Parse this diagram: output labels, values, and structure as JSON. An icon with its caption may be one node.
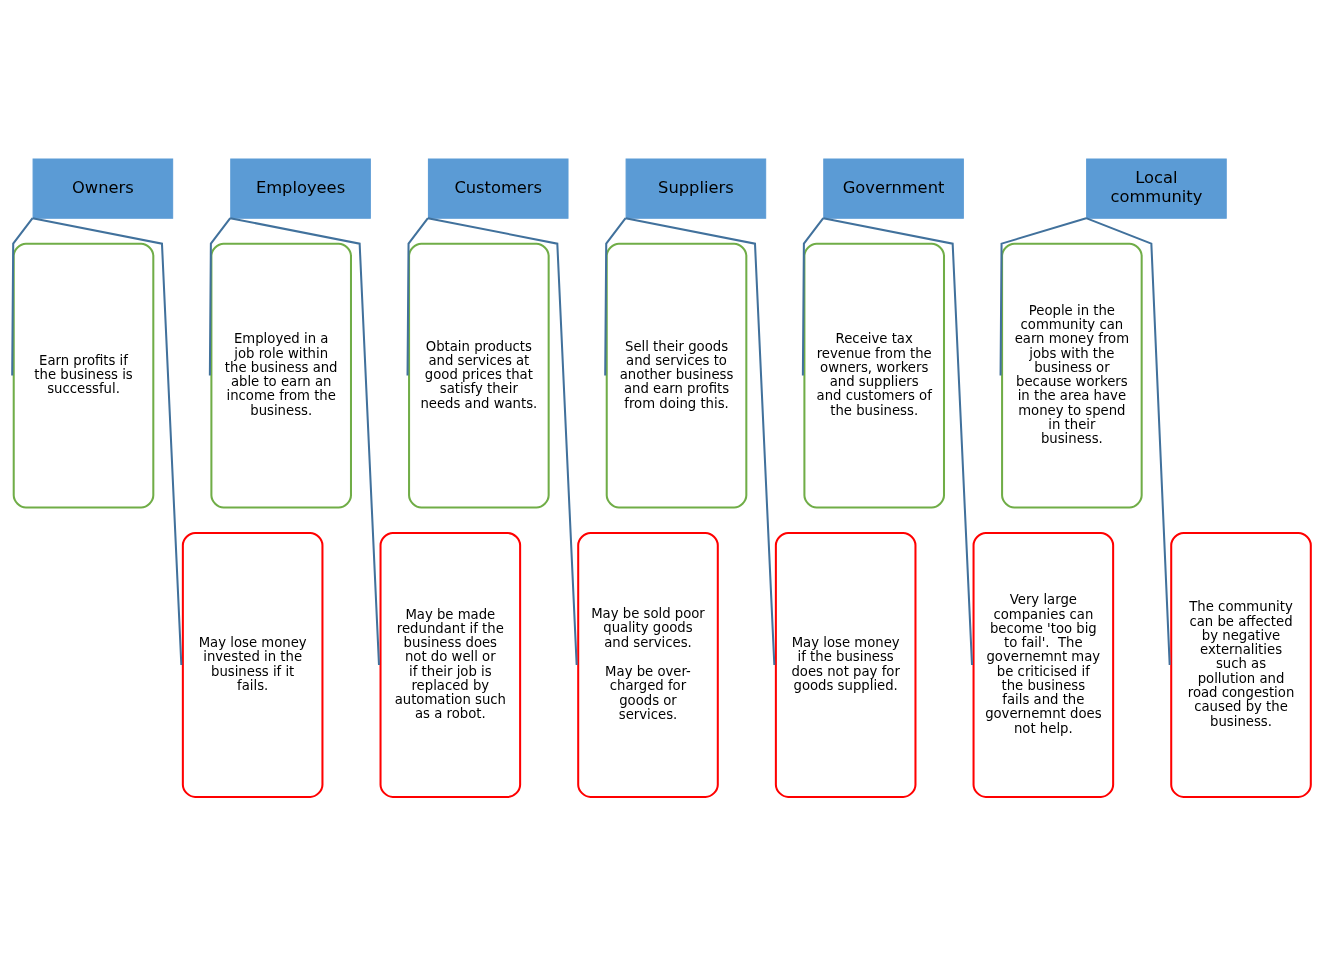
{
  "diagram": {
    "nodes": [
      {
        "text": [
          "Owners"
        ]
      },
      {
        "text": [
          "Earn profits if the business is successful."
        ]
      },
      {
        "text": [
          "May lose money invested in the business if it fails."
        ]
      },
      {
        "text": [
          "Employees"
        ]
      },
      {
        "text": [
          "Employed in a job role within the business and able to earn an income from the business."
        ]
      },
      {
        "text": [
          "May be made redundant if the business does not do well or if their job is replaced by automation such as a robot."
        ]
      },
      {
        "text": [
          "Customers"
        ]
      },
      {
        "text": [
          "Obtain products and services at good prices that satisfy their needs and wants."
        ]
      },
      {
        "text": [
          "May be sold poor quality goods and services.",
          "May be over-charged for goods or services."
        ]
      },
      {
        "text": [
          "Suppliers"
        ]
      },
      {
        "text": [
          "Sell their goods and services to another business and earn profits from doing this."
        ]
      },
      {
        "text": [
          "May lose money if the business does not pay for goods supplied."
        ]
      },
      {
        "text": [
          "Government"
        ]
      },
      {
        "text": [
          "Receive tax revenue from the owners, workers and suppliers and customers of the business."
        ]
      },
      {
        "text": [
          "Very large companies can become 'too big to fail'.  The governemnt may be criticised if the business fails and the governemnt does not help."
        ]
      },
      {
        "text": [
          "Local community"
        ]
      },
      {
        "text": [
          "People in the community can earn money from jobs with the business or because workers in the area have money to spend in their business."
        ]
      },
      {
        "text": [
          "The community can be affected by negative externalities such as pollution and road congestion caused by the business."
        ]
      }
    ],
    "edges": [
      {
        "from": 0,
        "to": 1,
        "arrow": "none"
      },
      {
        "from": 0,
        "to": 2,
        "arrow": "none"
      },
      {
        "from": 3,
        "to": 4,
        "arrow": "none"
      },
      {
        "from": 3,
        "to": 5,
        "arrow": "none"
      },
      {
        "from": 6,
        "to": 7,
        "arrow": "none"
      },
      {
        "from": 6,
        "to": 8,
        "arrow": "none"
      },
      {
        "from": 9,
        "to": 10,
        "arrow": "none"
      },
      {
        "from": 9,
        "to": 11,
        "arrow": "none"
      },
      {
        "from": 12,
        "to": 13,
        "arrow": "none"
      },
      {
        "from": 12,
        "to": 14,
        "arrow": "none"
      },
      {
        "from": 15,
        "to": 16,
        "arrow": "none"
      },
      {
        "from": 15,
        "to": 17,
        "arrow": "none"
      }
    ]
  }
}
